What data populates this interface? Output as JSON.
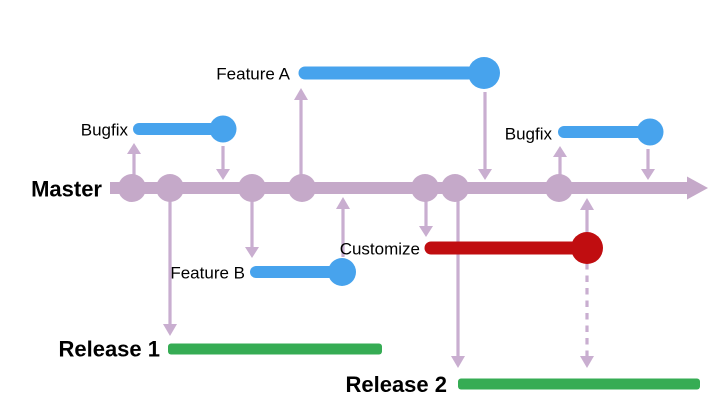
{
  "diagram": {
    "type": "git-branching-flow",
    "labels": {
      "master": "Master",
      "bugfix_left": "Bugfix",
      "feature_a": "Feature A",
      "bugfix_right": "Bugfix",
      "feature_b": "Feature B",
      "customize": "Customize",
      "release_1": "Release 1",
      "release_2": "Release 2"
    },
    "colors": {
      "master_line": "#c5a9c9",
      "arrow": "#c9aed0",
      "branch_blue": "#47a3ed",
      "customize_red": "#c00d10",
      "release_green": "#36ac54",
      "label_text": "#000000"
    },
    "master_commit_count": 7
  }
}
